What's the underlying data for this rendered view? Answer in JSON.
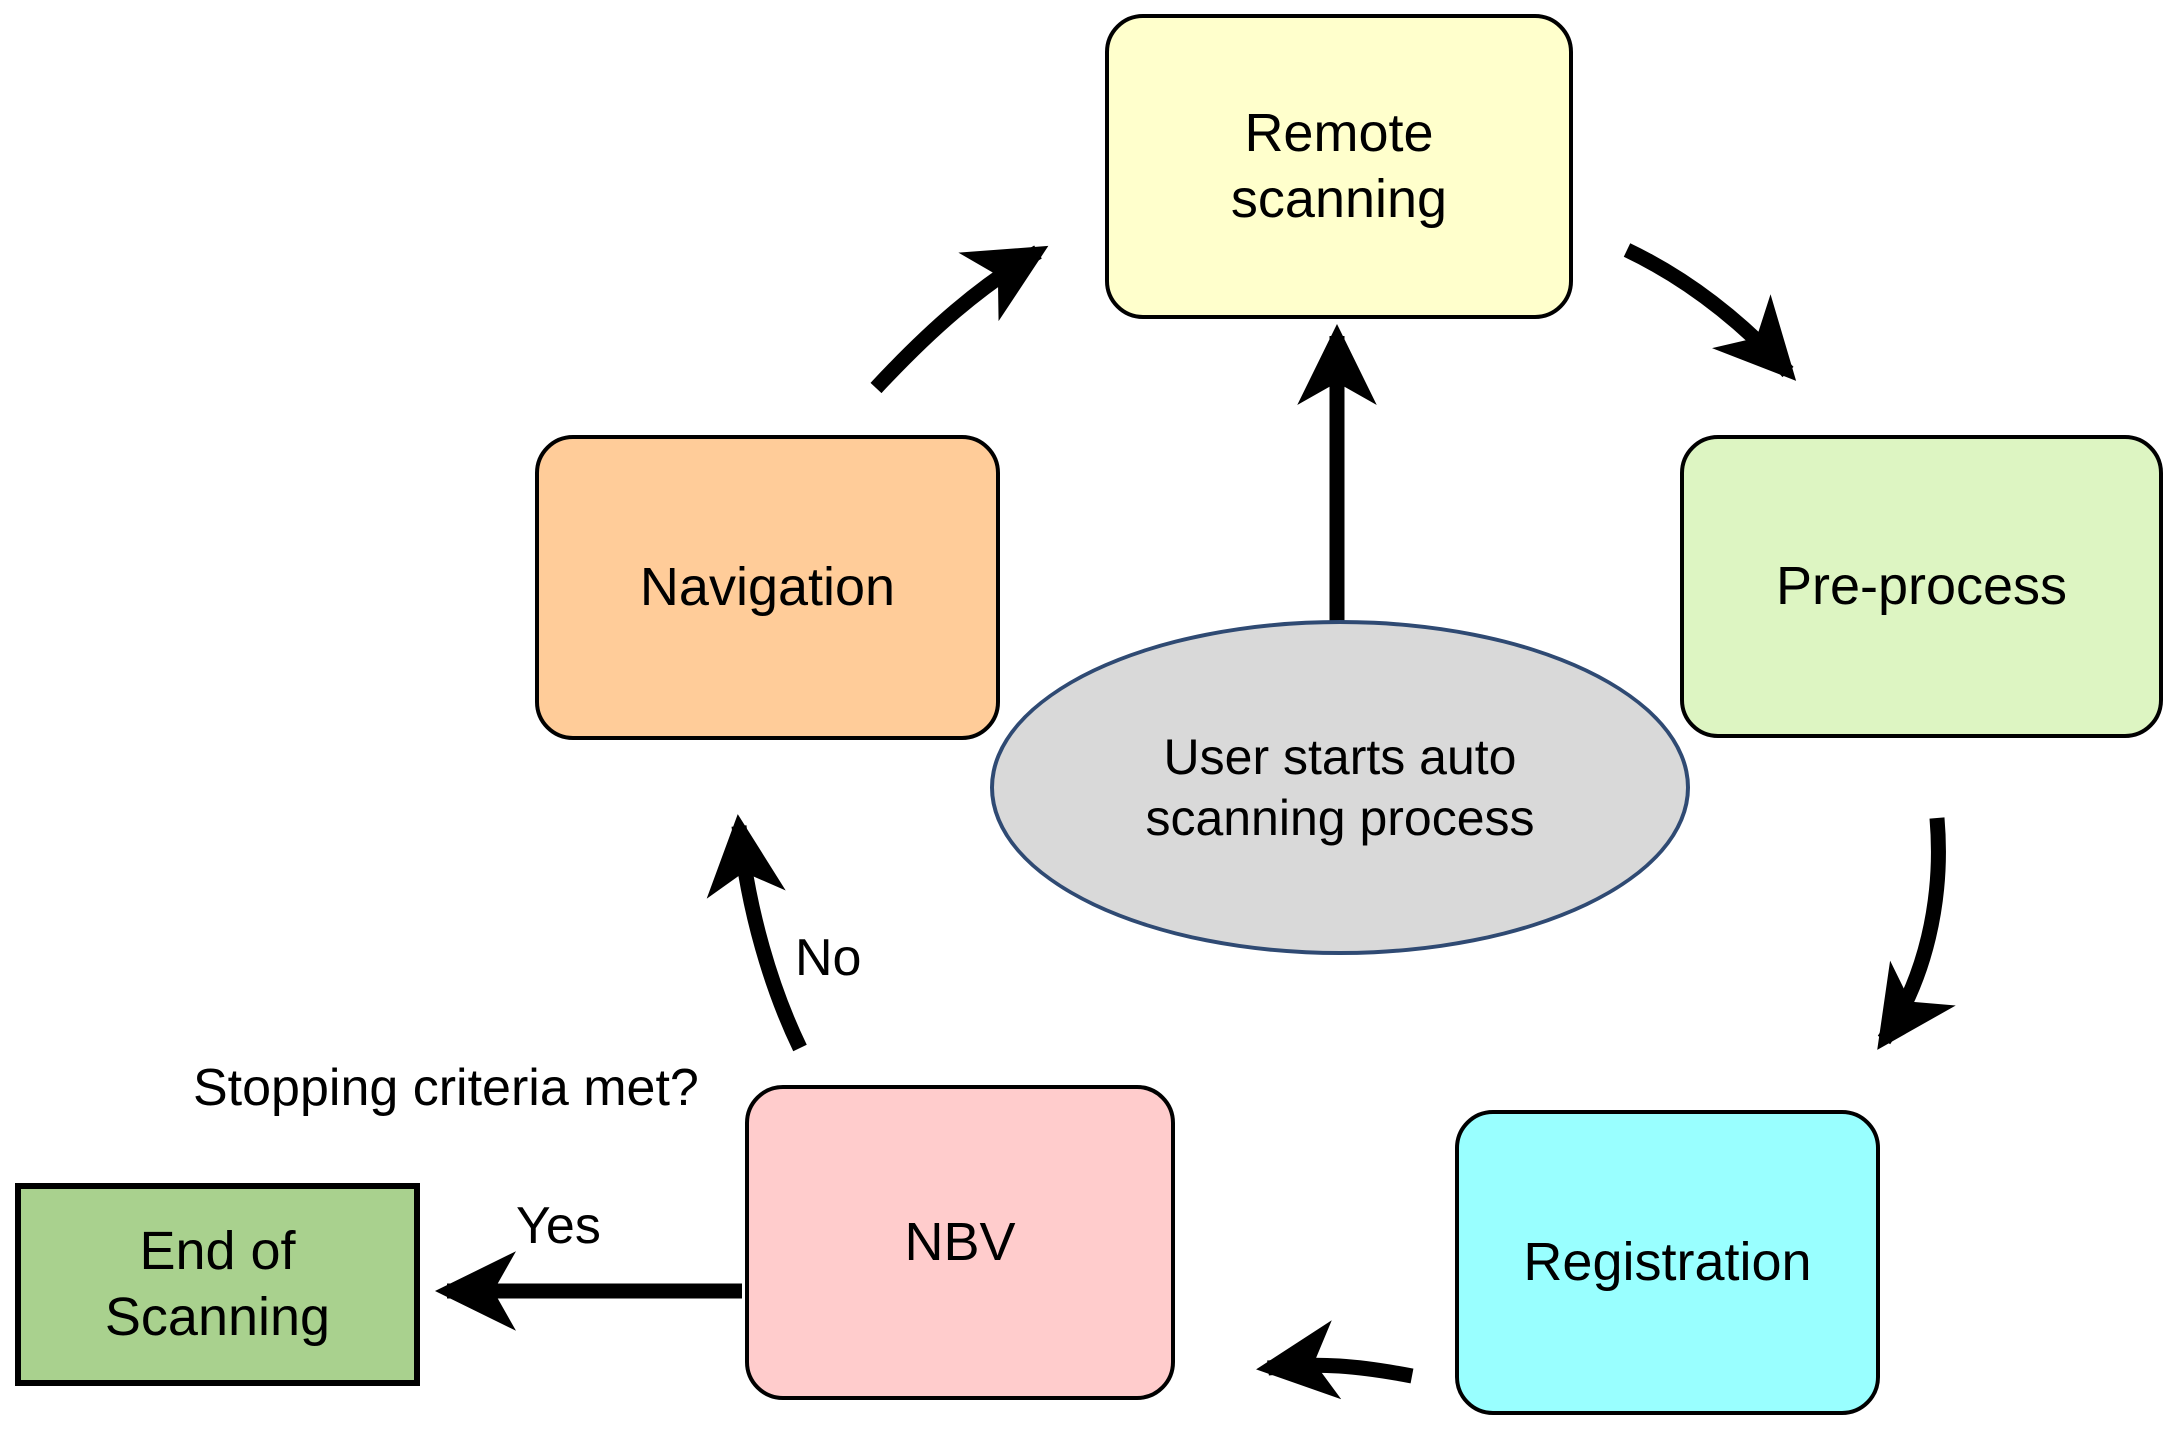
{
  "diagram": {
    "title": "Auto scanning process flowchart",
    "background": "#ffffff",
    "nodes": {
      "start": {
        "label": "User starts auto\nscanning process",
        "shape": "ellipse",
        "fill": "#d9d9d9",
        "stroke": "#2f4a73"
      },
      "remote_scanning": {
        "label": "Remote\nscanning",
        "shape": "rounded-rect",
        "fill": "#ffffcc",
        "stroke": "#000000"
      },
      "pre_process": {
        "label": "Pre-process",
        "shape": "rounded-rect",
        "fill": "#ddf5c2",
        "stroke": "#000000"
      },
      "registration": {
        "label": "Registration",
        "shape": "rounded-rect",
        "fill": "#99ffff",
        "stroke": "#000000"
      },
      "nbv": {
        "label": "NBV",
        "shape": "rounded-rect",
        "fill": "#ffcccc",
        "stroke": "#000000"
      },
      "navigation": {
        "label": "Navigation",
        "shape": "rounded-rect",
        "fill": "#ffcc99",
        "stroke": "#000000"
      },
      "end_of_scanning": {
        "label": "End  of\nScanning",
        "shape": "rect",
        "fill": "#a9d18e",
        "stroke": "#000000"
      }
    },
    "edge_labels": {
      "decision": "Stopping criteria met?",
      "no": "No",
      "yes": "Yes"
    },
    "edges": [
      {
        "from": "start",
        "to": "remote_scanning",
        "label": ""
      },
      {
        "from": "remote_scanning",
        "to": "pre_process",
        "label": ""
      },
      {
        "from": "pre_process",
        "to": "registration",
        "label": ""
      },
      {
        "from": "registration",
        "to": "nbv",
        "label": ""
      },
      {
        "from": "nbv",
        "to": "end_of_scanning",
        "label": "Yes"
      },
      {
        "from": "nbv",
        "to": "navigation",
        "label": "No"
      },
      {
        "from": "navigation",
        "to": "remote_scanning",
        "label": ""
      }
    ]
  }
}
